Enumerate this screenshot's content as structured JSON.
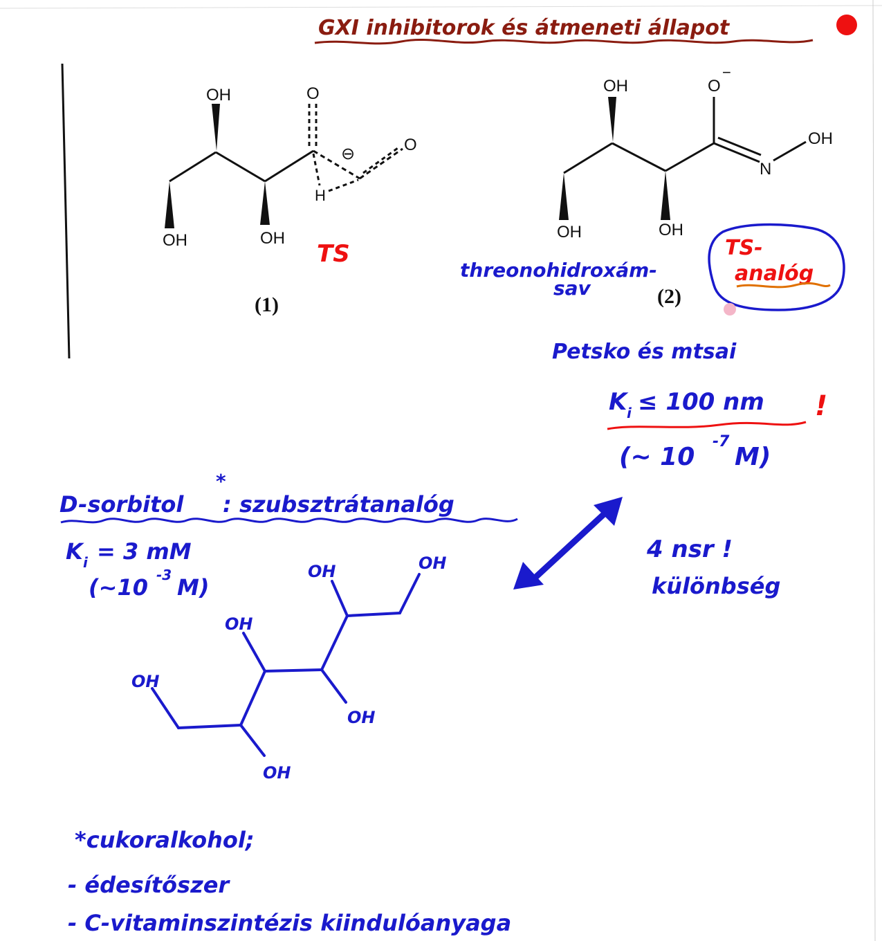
{
  "header": {
    "title": "GXI inhibitorok és átmeneti állapot",
    "title_color": "#8a1c10",
    "dot_color": "#ee1111"
  },
  "structure1": {
    "atoms": {
      "oh_top": "OH",
      "o_top": "O",
      "charge": "⊖",
      "o_right": "O",
      "h": "H",
      "oh_left": "OH",
      "oh_bottom": "OH"
    },
    "ts_label": "TS",
    "number": "(1)"
  },
  "structure2": {
    "atoms": {
      "oh_top": "OH",
      "o_minus": "O",
      "minus": "−",
      "oh_right": "OH",
      "n": "N",
      "oh_left": "OH",
      "oh_bottom": "OH"
    },
    "name_line1": "threonohidroxám-",
    "name_line2": "sav",
    "number": "(2)",
    "ts_analog_line1": "TS-",
    "ts_analog_line2": "analóg"
  },
  "petsko": {
    "authors": "Petsko és mtsai",
    "ki_symbol": "K",
    "ki_sub": "i",
    "ki_value": "≤ 100 nm",
    "exclaim": "!",
    "molar_open": "(~ 10",
    "molar_exp": "-7",
    "molar_close": "M)"
  },
  "sorbitol": {
    "title": "D-sorbitol",
    "star": "*",
    "colon_text": ": szubsztrátanalóg",
    "ki_symbol": "K",
    "ki_sub": "i",
    "ki_value": "= 3 mM",
    "molar_open": "(~10",
    "molar_exp": "-3",
    "molar_close": "M)",
    "oh_labels": [
      "OH",
      "OH",
      "OH",
      "OH",
      "OH",
      "OH"
    ]
  },
  "difference": {
    "line1": "4 nsr !",
    "line2": "különbség"
  },
  "footnote": {
    "line1": "*cukoralkohol;",
    "line2": "- édesítőszer",
    "line3": "- C-vitaminszintézis kiindulóanyaga"
  },
  "colors": {
    "ink_blue": "#1a1acc",
    "ink_red": "#ee1111",
    "ink_black": "#111111",
    "ink_orange": "#e07000"
  }
}
